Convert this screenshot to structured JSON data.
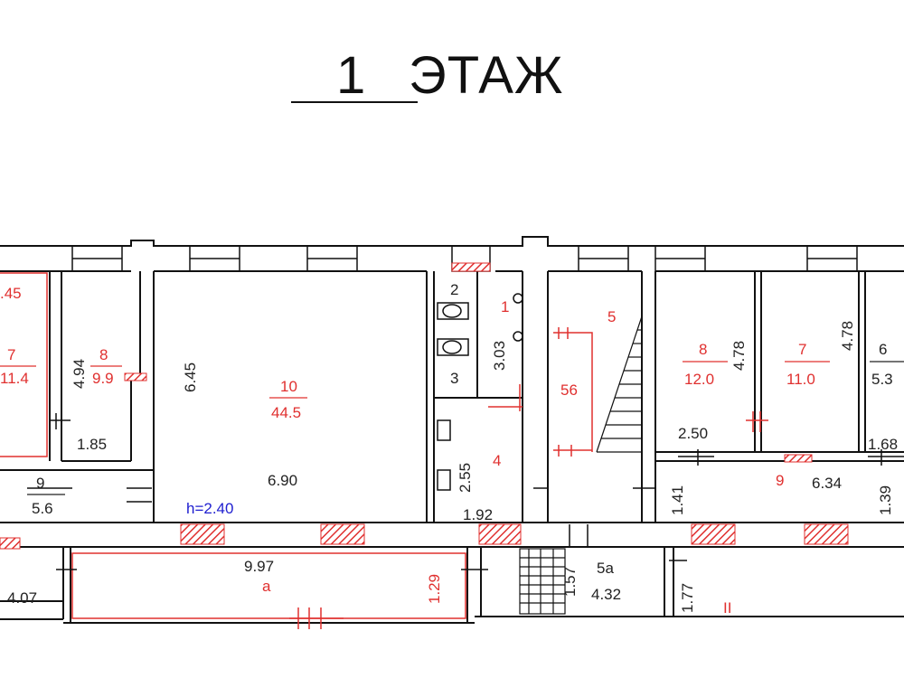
{
  "title": {
    "number": "1",
    "word": "ЭТАЖ"
  },
  "rooms": [
    {
      "id": "room-7-left",
      "number": "7",
      "area": "11.4",
      "number_shown": "7",
      "area_shown": "11.4",
      "color": "#e0302f"
    },
    {
      "id": "room-8-left",
      "number": "8",
      "area": "9.9",
      "color": "#e0302f"
    },
    {
      "id": "room-10",
      "number": "10",
      "area": "44.5",
      "color": "#e0302f"
    },
    {
      "id": "room-9-left",
      "number": "9",
      "area": "5.6",
      "color": "#222222"
    },
    {
      "id": "room-1",
      "number": "1",
      "color": "#e0302f"
    },
    {
      "id": "room-2",
      "number": "2",
      "color": "#222222"
    },
    {
      "id": "room-3",
      "number": "3",
      "color": "#222222"
    },
    {
      "id": "room-4",
      "number": "4",
      "color": "#e0302f"
    },
    {
      "id": "room-5",
      "number": "5",
      "color": "#e0302f"
    },
    {
      "id": "room-5a",
      "number": "5a",
      "area": "4.32",
      "color": "#222222"
    },
    {
      "id": "room-8-right",
      "number": "8",
      "area": "12.0",
      "color": "#e0302f"
    },
    {
      "id": "room-7-right",
      "number": "7",
      "area": "11.0",
      "color": "#e0302f"
    },
    {
      "id": "room-6",
      "number": "6",
      "area": "5.3",
      "color": "#222222"
    },
    {
      "id": "room-9-right",
      "number": "9",
      "color": "#e0302f"
    },
    {
      "id": "room-a",
      "number": "а",
      "color": "#e0302f"
    }
  ],
  "labels": {
    "partial_45": ".45",
    "partial_7": "7",
    "partial_114": "11.4",
    "room_56": "56",
    "height": "h=2.40",
    "roman_two": "II"
  },
  "dimensions": [
    "4.94",
    "1.85",
    "6.45",
    "6.90",
    "3.03",
    "2.55",
    "1.92",
    "4.78",
    "4.78",
    "2.50",
    "1.68",
    "6.34",
    "1.41",
    "1.39",
    "9.97",
    "1.29",
    "4.07",
    "1.57",
    "1.77"
  ],
  "colors": {
    "wall": "#111111",
    "room_label": "#e0302f",
    "height_label": "#2020d0",
    "hatch": "#e0302f"
  }
}
